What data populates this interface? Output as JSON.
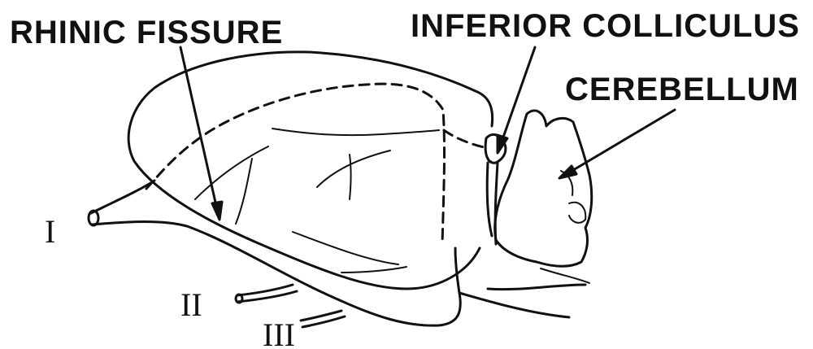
{
  "labels": {
    "rhinic_fissure": "RHINIC FISSURE",
    "inferior_colliculus": "INFERIOR COLLICULUS",
    "cerebellum": "CEREBELLUM"
  },
  "nerves": {
    "one": "I",
    "two": "II",
    "three": "III"
  },
  "colors": {
    "ink": "#111111",
    "background": "#ffffff"
  }
}
